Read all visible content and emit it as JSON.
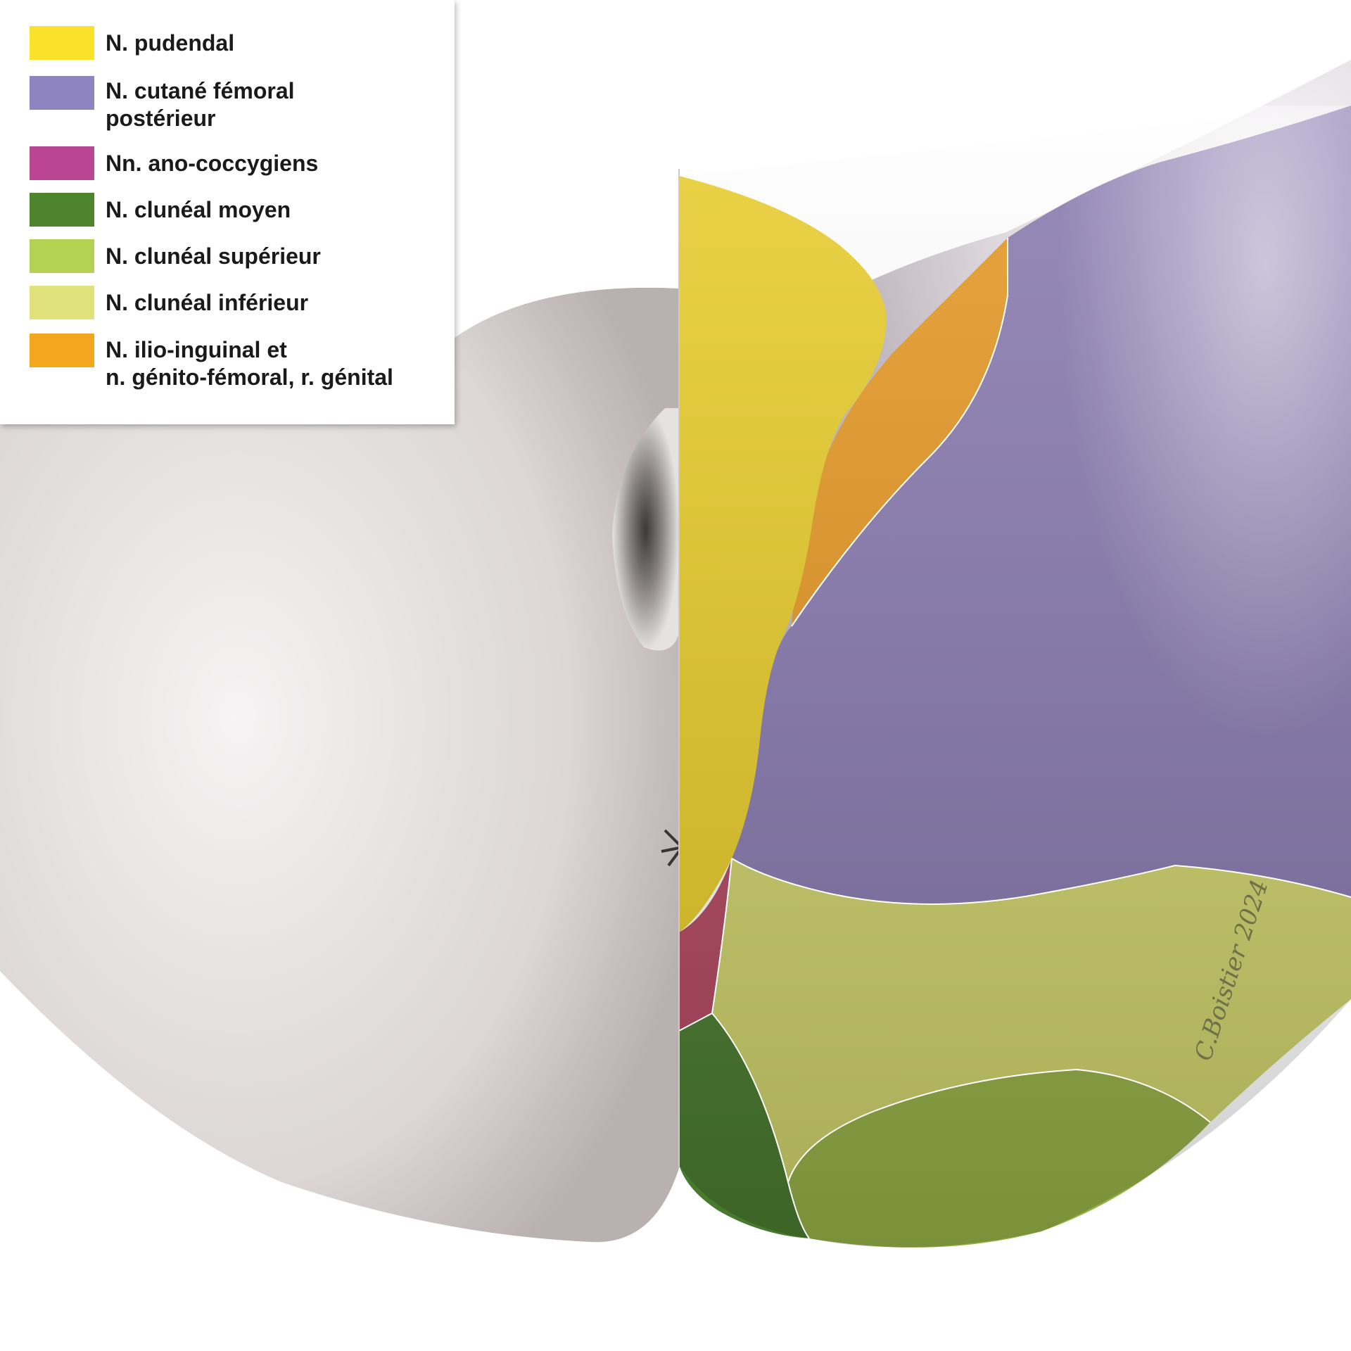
{
  "legend": {
    "items": [
      {
        "lines": [
          "N. pudendal"
        ],
        "color": "#fbe22a"
      },
      {
        "lines": [
          "N. cutané fémoral",
          "postérieur"
        ],
        "color": "#8e84bf"
      },
      {
        "lines": [
          "Nn. ano-coccygiens"
        ],
        "color": "#ba4592"
      },
      {
        "lines": [
          "N. clunéal moyen"
        ],
        "color": "#4f842f"
      },
      {
        "lines": [
          "N. clunéal supérieur"
        ],
        "color": "#b3d153"
      },
      {
        "lines": [
          "N. clunéal inférieur"
        ],
        "color": "#dfe27a"
      },
      {
        "lines": [
          "N. ilio-inguinal et",
          "n. génito-fémoral, r. génital"
        ],
        "color": "#f4a61e"
      }
    ]
  },
  "regions": {
    "pudendal": "#e8cb26",
    "cutane_femoral": "#8677ae",
    "ano_coccygiens": "#b2465f",
    "cluneal_moyen": "#487a2e",
    "cluneal_superieur": "#95b046",
    "cluneal_inferieur": "#cfd26a",
    "ilio_inguinal": "#e5951e",
    "skin": "#ddd8d8"
  },
  "signature": "C.Boistier 2024"
}
